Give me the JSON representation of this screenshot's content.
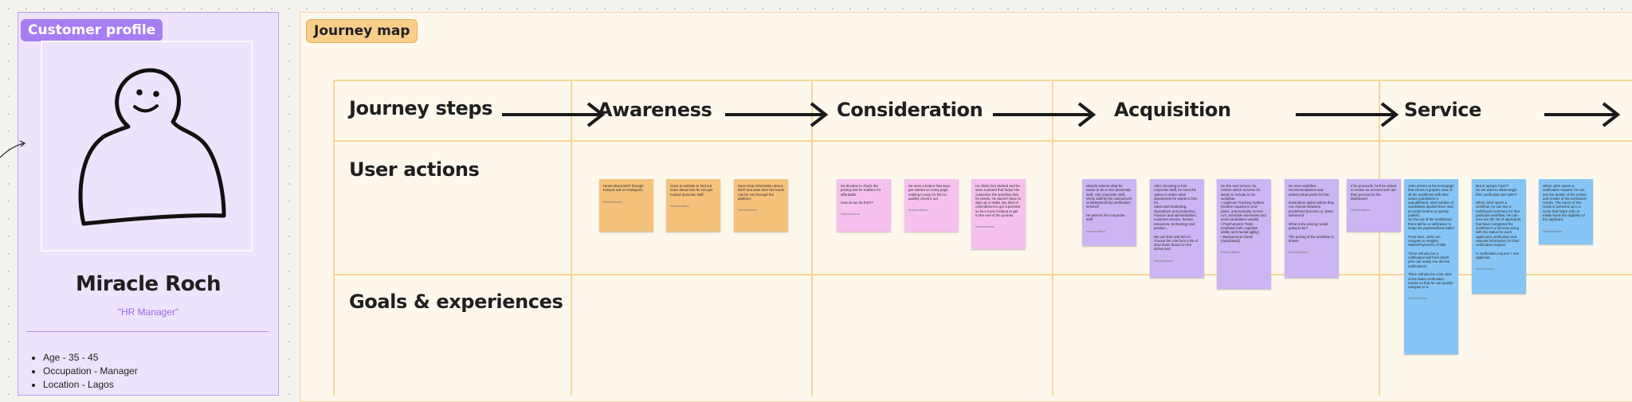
{
  "profile": {
    "label": "Customer profile",
    "name": "Miracle Roch",
    "role": "\"HR Manager\"",
    "facts": [
      "Age - 35 - 45",
      "Occupation - Manager",
      "Location - Lagos"
    ]
  },
  "journey": {
    "label": "Journey map",
    "rows": [
      "Journey steps",
      "User actions",
      "Goals & experiences"
    ],
    "stages": [
      "Awareness",
      "Consideration",
      "Acquisition",
      "Service"
    ]
  },
  "notes": [
    {
      "color": "orange",
      "text": "Hears about MVP through hotspot ads on Instagram.",
      "author": "Nnenna Ibanor"
    },
    {
      "color": "orange",
      "text": "Goes to website to find out more about how he can get trusted domestic staff.",
      "author": "Nnenna Ibanor"
    },
    {
      "color": "orange",
      "text": "Sees clear information about MVP and save time his needs can be met through the platform.",
      "author": "Nnenna Ibanor"
    },
    {
      "color": "pink",
      "text": "He decides to check the pricing and he realises it's affordable\n\nHow do we do this??",
      "author": "Nnenna Ibanor"
    },
    {
      "color": "pink",
      "text": "He sees a button that says get started on every page making it easy for him to quickly check it out",
      "author": "Nnenna Ibanor"
    },
    {
      "color": "pink",
      "text": "He clicks Get Started and he sees a wizard that helps him customise the workflow that he needs. He doesn't have to sign up or make any kind of commitment to get a preview so he's more inclined to get to the end of the journey",
      "author": "Nnenna Ibanor"
    },
    {
      "color": "purple",
      "text": "Miracle selects what he wants to do a Hire (Domestic staff, Hire corporate staff, Verify staff by his Outsourced or BeMyWorld.ly) verification services\n\nHe selects hire corporate staff",
      "author": "Nnenna Ibanor"
    },
    {
      "color": "purple",
      "text": "After choosing to hire corporate staff, he sees the option to select what department he wants to hire for.\nSales and marketing, Operations and production, Finance and administration, customer service, human resources, technology and product...\n\nWe can then ask him to choose the role from a list of drop down based on the above and",
      "author": "Nnenna Ibanor"
    },
    {
      "color": "purple",
      "text": "On the next screen, he selects which services he wants to include in his workflow:\n• Applicant Tracking System (routine requires in new plans, automatically screen cv's, schedule interviews and send candidates emails)\n• Psychometric Tests (evaluate both cognitive ability and mental agility)\n• Background Check (syndicated)",
      "author": "Nnenna Ibanor"
    },
    {
      "color": "purple",
      "text": "He sees workflow recommendations and selects what works for him\n\ndestination option where they can choose between predefined process i.e. basic, advanced\n\nWhat is the pricing model going to be?\n\nThe pricing of the workflow is shown",
      "author": "Nnenna Ibanor"
    },
    {
      "color": "purple",
      "text": "If he proceeds, he'll be asked to create an account and can then proceed to the dashboard",
      "author": "Nnenna Ibanor"
    },
    {
      "color": "blue",
      "text": "John arrives at his homepage that shows a graphic view of all the workflows with their status (published or unpublished), total number of candidates applied there and an action button to quickly publish.\nOn the top of the dashboard there will be a notification to setup his payment/fund wallet\n\nFrom here, John can navigate to Insights, Wallet/Payments, Profile\n\nThere will also be a notification bell from which john can easily see all new notifications.\n\nThere will also be a list view of the latest verification results so that he can quickly navigate to it.",
      "author": "Nnenna Ibanor"
    },
    {
      "color": "blue",
      "text": "BULK upload, how??\nDo we want to allow single then verification per NIN??\n\nWhen John opens a workflow, he can see a dashboard summary for that particular workflow. He can also see the list of applicants that have completed the workflow in a list view along with the status for each applicant's verification and relevant information for their verification request.\n\nIn verification request + one applicant.",
      "author": "Nnenna Ibanor"
    },
    {
      "color": "blue",
      "text": "When John opens a verification request, he can see the details of the review and results of his verification results. The report of this result is summed up in a score that helps John to easily know the eligibility of the applicant.",
      "author": "Nnenna Ibanor"
    }
  ]
}
